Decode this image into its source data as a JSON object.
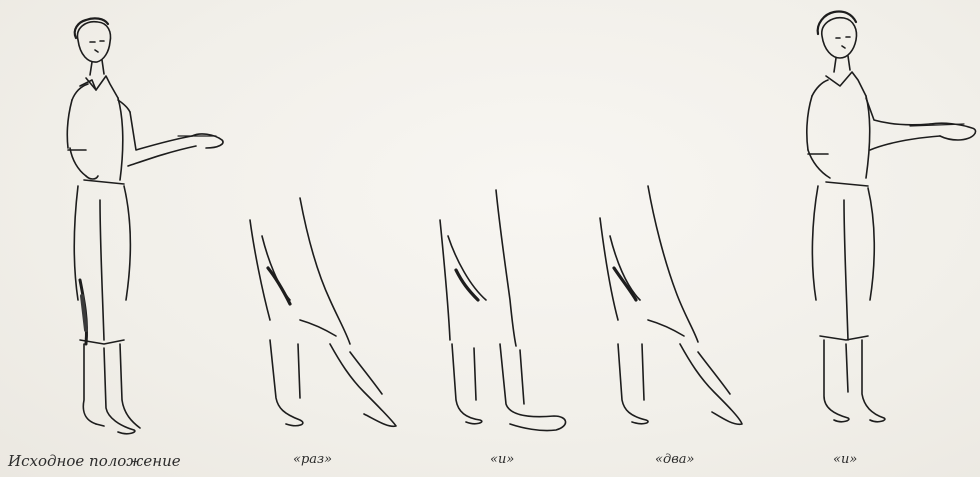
{
  "captions": {
    "start": "Исходное положение",
    "count_1": "«раз»",
    "count_2": "«и»",
    "count_3": "«два»",
    "count_4": "«и»"
  },
  "colors": {
    "ink": "#1d1d1d",
    "paper": "#f3f1ec"
  }
}
